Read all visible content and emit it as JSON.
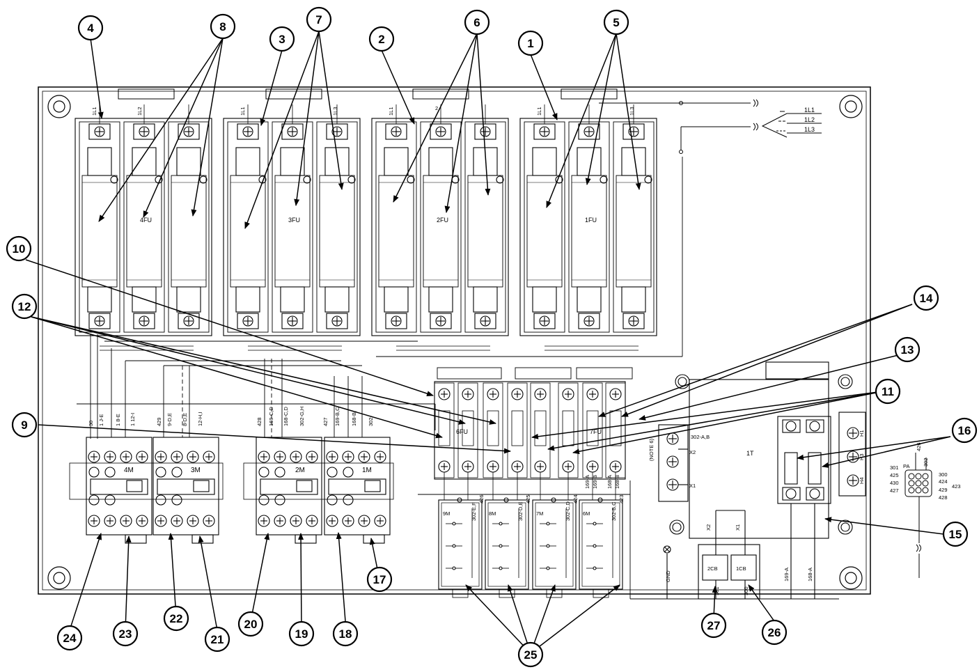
{
  "callouts": [
    "1",
    "2",
    "3",
    "4",
    "5",
    "6",
    "7",
    "8",
    "9",
    "10",
    "11",
    "12",
    "13",
    "14",
    "15",
    "16",
    "17",
    "18",
    "19",
    "20",
    "21",
    "22",
    "23",
    "24",
    "25",
    "26",
    "27"
  ],
  "fuse_blocks": [
    {
      "name": "1FU",
      "terminals": [
        "1L1",
        "1L3"
      ]
    },
    {
      "name": "2FU",
      "terminals": [
        "1L1",
        "2"
      ]
    },
    {
      "name": "3FU",
      "terminals": [
        "1L1",
        "1L3"
      ]
    },
    {
      "name": "4FU",
      "terminals": [
        "1L1",
        "1L2"
      ]
    }
  ],
  "line_legend": [
    "1L1",
    "1L2",
    "1L3"
  ],
  "small_fuses": {
    "fuse6": "6FU",
    "fuse7": "7FU"
  },
  "transformer": {
    "name": "1T",
    "note": "(NOTE 6)",
    "secondary": [
      "X2",
      "X1"
    ],
    "primary": [
      "H1",
      "H3",
      "H4"
    ],
    "wire": "302-A,B"
  },
  "breakers": [
    {
      "name": "2CB",
      "wire": "301",
      "top": "X2"
    },
    {
      "name": "1CB",
      "wire": "300",
      "top": "X1"
    }
  ],
  "gnd": "GND",
  "contactors": [
    {
      "name": "4M",
      "wires": [
        "30",
        "1 J-E",
        "1 8-E",
        "1 12-I"
      ]
    },
    {
      "name": "3M",
      "wires": [
        "429",
        "9-D,E",
        "8-D,E",
        "12-H,I"
      ]
    },
    {
      "name": "2M",
      "wires": [
        "428",
        "169-C,D",
        "168-C,D",
        "302-G,H"
      ]
    },
    {
      "name": "1M",
      "wires": [
        "427",
        "169-B,C",
        "168-B,",
        "302-"
      ]
    }
  ],
  "relays": [
    {
      "name": "9M",
      "wire1": "302-E,F",
      "wire2": "426"
    },
    {
      "name": "8M",
      "wire1": "302-D,E",
      "wire2": "425"
    },
    {
      "name": "7M",
      "wire1": "302-C,D",
      "wire2": "424"
    },
    {
      "name": "6M",
      "wire1": "302-B,C",
      "wire2": "423"
    }
  ],
  "fuse_wires": [
    "169-A",
    "169-B",
    "168-A",
    "168-B"
  ],
  "transformer_leads": [
    "169-A",
    "168-A"
  ],
  "plug": {
    "name": "PA",
    "top": [
      "426",
      "302"
    ],
    "left": [
      "301",
      "425",
      "430",
      "427"
    ],
    "right": [
      "300",
      "424",
      "423",
      "429",
      "428"
    ]
  }
}
